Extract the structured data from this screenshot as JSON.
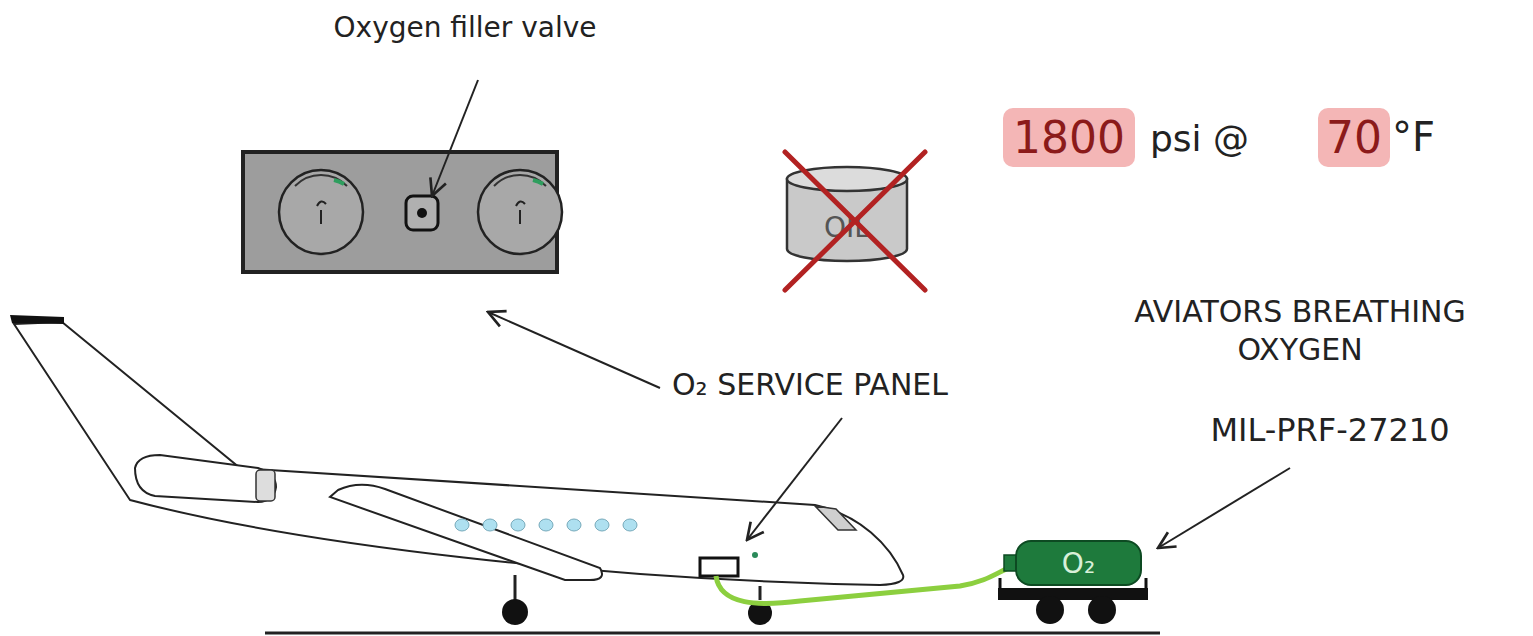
{
  "diagram": {
    "nodes": [
      {
        "text": [
          "OIL"
        ]
      },
      {
        "text": [
          "O₂"
        ]
      }
    ],
    "labels": [
      "Oxygen filler valve",
      "1800",
      "psi @",
      "70",
      "°F",
      "O₂ SERVICE PANEL",
      "AVIATORS BREATHING OXYGEN",
      "MIL-PRF-27210"
    ]
  }
}
